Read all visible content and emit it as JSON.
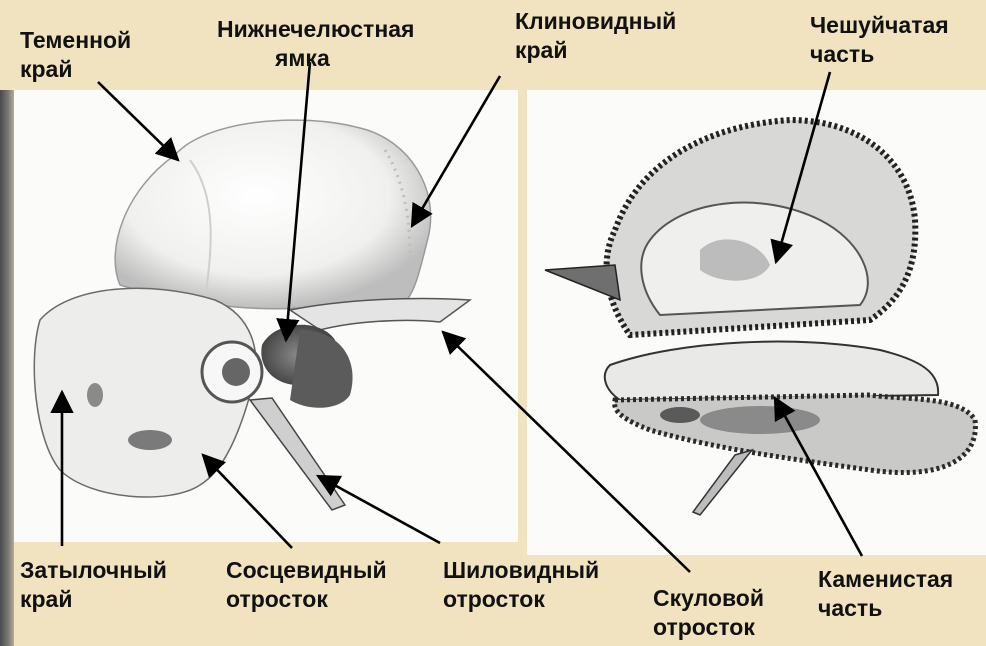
{
  "labels": {
    "parietal_edge": {
      "line1": "Теменной",
      "line2": "край"
    },
    "mandibular_fossa": {
      "line1": "Нижнечелюстная",
      "line2": "ямка"
    },
    "sphenoid_edge": {
      "line1": "Клиновидный",
      "line2": "край"
    },
    "squamous_part": {
      "line1": "Чешуйчатая",
      "line2": "часть"
    },
    "occipital_edge": {
      "line1": "Затылочный",
      "line2": "край"
    },
    "mastoid_process": {
      "line1": "Сосцевидный",
      "line2": "отросток"
    },
    "styloid_process": {
      "line1": "Шиловидный",
      "line2": "отросток"
    },
    "zygomatic_process": {
      "line1": "Скуловой",
      "line2": "отросток"
    },
    "petrous_part": {
      "line1": "Каменистая",
      "line2": "часть"
    }
  },
  "colors": {
    "background": "#f1e3bf",
    "panel": "#fbfbf9",
    "arrow": "#000000"
  }
}
